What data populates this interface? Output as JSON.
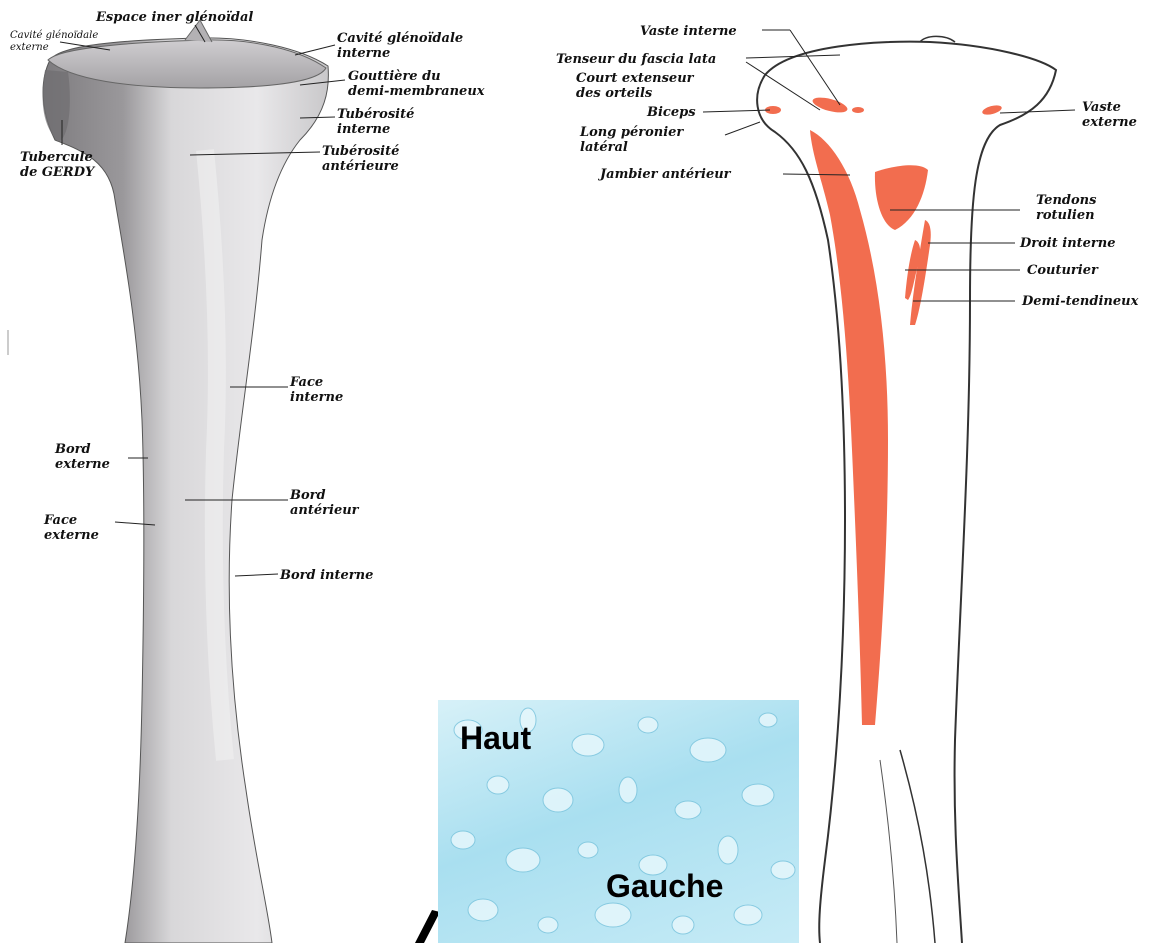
{
  "left_figure": {
    "labels": {
      "espace": "Espace iner glénoïdal",
      "cavite_ext_1": "Cavité glénoïdale",
      "cavite_ext_2": "externe",
      "cavite_int_1": "Cavité glénoïdale",
      "cavite_int_2": "interne",
      "gouttiere_1": "Gouttière du",
      "gouttiere_2": "demi-membraneux",
      "tub_int_1": "Tubérosité",
      "tub_int_2": "interne",
      "tub_ant_1": "Tubérosité",
      "tub_ant_2": "antérieure",
      "gerdy_1": "Tubercule",
      "gerdy_2": "de GERDY",
      "face_int_1": "Face",
      "face_int_2": "interne",
      "bord_ext_1": "Bord",
      "bord_ext_2": "externe",
      "bord_ant_1": "Bord",
      "bord_ant_2": "antérieur",
      "face_ext_1": "Face",
      "face_ext_2": "externe",
      "bord_int": "Bord interne"
    }
  },
  "right_figure": {
    "labels": {
      "vaste_int": "Vaste  interne",
      "tenseur": "Tenseur du fascia lata",
      "court_1": "Court extenseur",
      "court_2": "des orteils",
      "biceps": "Biceps",
      "long_1": "Long péronier",
      "long_2": "latéral",
      "jambier": "Jambier antérieur",
      "vaste_ext_1": "Vaste",
      "vaste_ext_2": "externe",
      "tendons_1": "Tendons",
      "tendons_2": "rotulien",
      "droit": "Droit interne",
      "couturier": "Couturier",
      "demi": "Demi-tendineux"
    }
  },
  "overlay": {
    "top_label": "Haut",
    "bottom_label": "Gauche"
  },
  "colors": {
    "muscle": "#f26d4f",
    "bone_shade": "#8f8d90",
    "bone_light": "#e2e1e3",
    "overlay_bg": "#b5e4f2"
  }
}
